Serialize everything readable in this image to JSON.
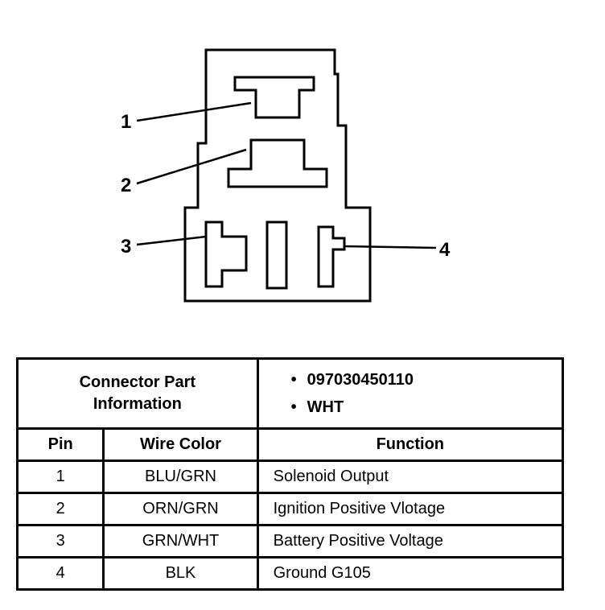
{
  "diagram": {
    "callouts": [
      "1",
      "2",
      "3",
      "4"
    ]
  },
  "connector_info": {
    "label_line1": "Connector Part",
    "label_line2": "Information",
    "bullets": [
      "097030450110",
      "WHT"
    ]
  },
  "table": {
    "headers": [
      "Pin",
      "Wire Color",
      "Function"
    ],
    "rows": [
      {
        "pin": "1",
        "wire": "BLU/GRN",
        "function": "Solenoid Output"
      },
      {
        "pin": "2",
        "wire": "ORN/GRN",
        "function": "Ignition Positive Vlotage"
      },
      {
        "pin": "3",
        "wire": "GRN/WHT",
        "function": "Battery Positive Voltage"
      },
      {
        "pin": "4",
        "wire": "BLK",
        "function": "Ground G105"
      }
    ]
  }
}
